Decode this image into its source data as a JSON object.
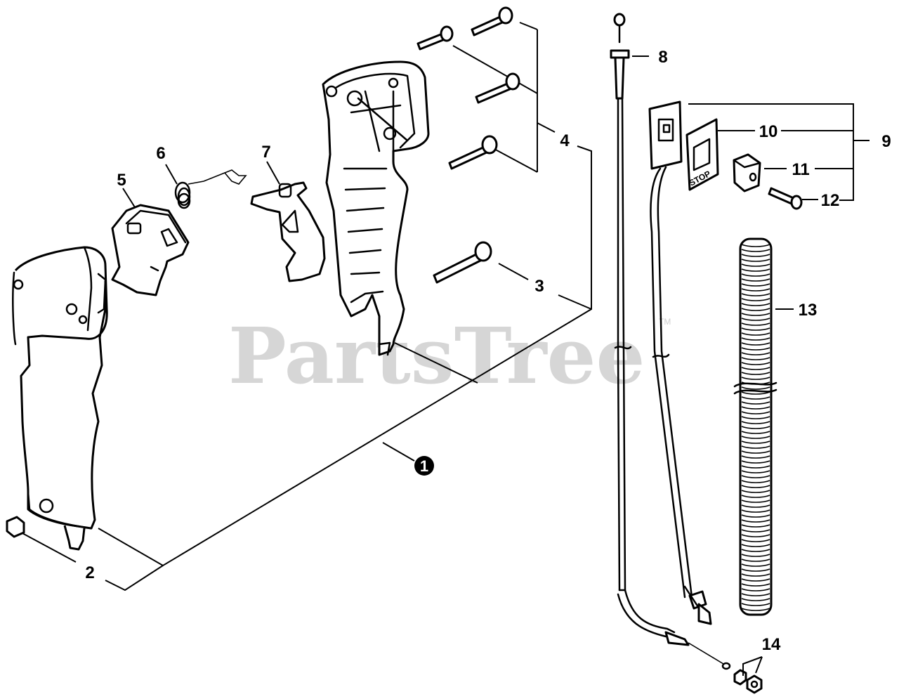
{
  "watermark": {
    "text": "PartsTree",
    "tm": "TM"
  },
  "switch_label": "STOP",
  "callouts": [
    {
      "id": "c1",
      "label": "1",
      "filled": true
    },
    {
      "id": "c2",
      "label": "2"
    },
    {
      "id": "c3",
      "label": "3"
    },
    {
      "id": "c4",
      "label": "4"
    },
    {
      "id": "c5",
      "label": "5"
    },
    {
      "id": "c6",
      "label": "6"
    },
    {
      "id": "c7",
      "label": "7"
    },
    {
      "id": "c8",
      "label": "8"
    },
    {
      "id": "c9",
      "label": "9"
    },
    {
      "id": "c10",
      "label": "10"
    },
    {
      "id": "c11",
      "label": "11"
    },
    {
      "id": "c12",
      "label": "12"
    },
    {
      "id": "c13",
      "label": "13"
    },
    {
      "id": "c14",
      "label": "14"
    }
  ]
}
